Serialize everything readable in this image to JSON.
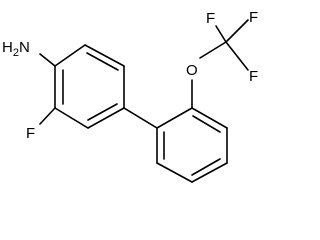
{
  "molecule": {
    "atom_labels": {
      "amine": "H2N",
      "fluoro": "F",
      "ether_oxygen": "O",
      "trifluoro_f1": "F",
      "trifluoro_f2": "F",
      "trifluoro_f3": "F"
    },
    "colors": {
      "bond": "#000000",
      "label": "#000000",
      "background": "#ffffff"
    }
  }
}
